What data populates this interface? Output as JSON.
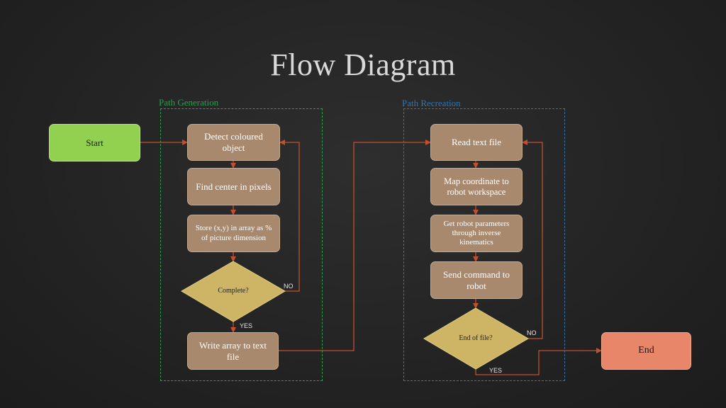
{
  "title": "Flow Diagram",
  "colors": {
    "process_fill": "#a8896e",
    "decision_fill": "#cdb565",
    "start_fill": "#92d050",
    "end_fill": "#e8866a",
    "arrow": "#c0502f",
    "path_generation": "#22a447",
    "path_recreation": "#2e75b6"
  },
  "regions": {
    "generation": {
      "label": "Path Generation"
    },
    "recreation": {
      "label": "Path Recreation"
    }
  },
  "nodes": {
    "start": "Start",
    "end": "End",
    "detect": "Detect coloured object",
    "find_center": "Find center in pixels",
    "store": "Store (x,y) in array as % of picture dimension",
    "complete": "Complete?",
    "write": "Write array to text file",
    "read": "Read text file",
    "map": "Map coordinate to robot workspace",
    "params": "Get robot parameters through inverse kinematics",
    "send": "Send command to robot",
    "end_of_file": "End of file?"
  },
  "branch_labels": {
    "complete_no": "NO",
    "complete_yes": "YES",
    "eof_no": "NO",
    "eof_yes": "YES"
  }
}
